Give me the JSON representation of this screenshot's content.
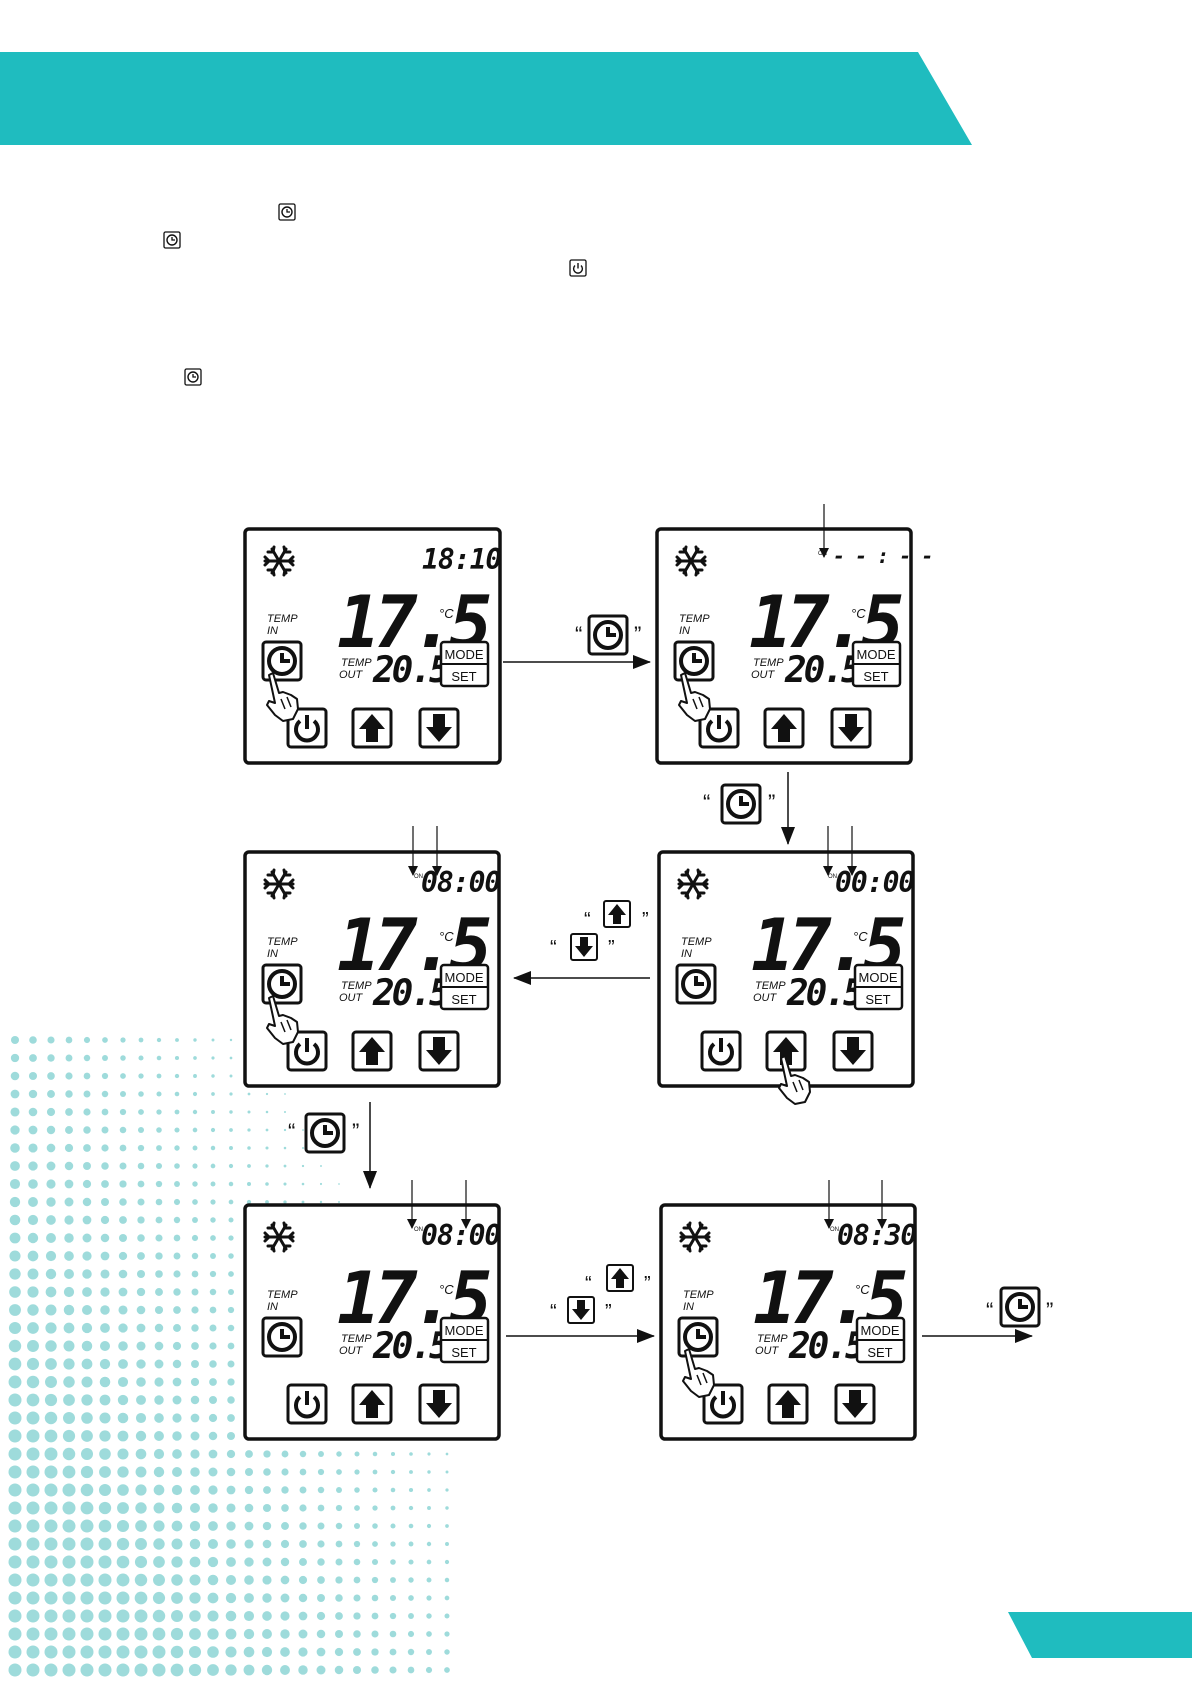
{
  "header": {
    "banner_color": "#1fbcbf"
  },
  "footer": {
    "tab_color": "#1fbcbf"
  },
  "decor": {
    "dot_color": "#7ecfcf"
  },
  "panel": {
    "temp_in_top": "TEMP",
    "temp_in_bottom": "IN",
    "temp_out_top": "TEMP",
    "temp_out_bottom": "OUT",
    "main_temp": "17.5",
    "unit": "°C",
    "out_temp": "20.5",
    "mode_label": "MODE",
    "set_label": "SET",
    "on_label": "ON"
  },
  "screens": [
    {
      "clock": "18:10",
      "show_on": false
    },
    {
      "clock": "- - : - -",
      "show_on": true
    },
    {
      "clock": "00:00",
      "show_on": true
    },
    {
      "clock": "08:00",
      "show_on": true
    },
    {
      "clock": "08:00",
      "show_on": true
    },
    {
      "clock": "08:30",
      "show_on": true
    }
  ],
  "quotes": {
    "open": "“",
    "close": "”"
  },
  "icons": {
    "timer": "timer-clock-icon",
    "power": "power-icon",
    "up": "up-arrow-icon",
    "down": "down-arrow-icon",
    "snowflake": "snowflake-icon",
    "hand": "pointing-hand-icon"
  }
}
